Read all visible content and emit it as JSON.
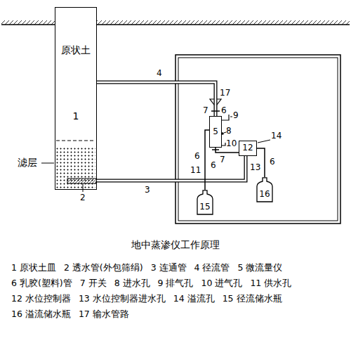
{
  "diagram": {
    "caption": "地中蒸渗仪工作原理",
    "nodes": [
      {
        "text": [
          "原状土",
          "1"
        ]
      },
      {
        "text": [
          "滤层"
        ],
        "in": 0
      },
      {
        "text": [
          "5"
        ]
      },
      {
        "text": [
          "12"
        ]
      },
      {
        "text": [
          "15"
        ]
      },
      {
        "text": [
          "16"
        ]
      }
    ],
    "edges": [
      {
        "from": 0,
        "to": 2,
        "arrow": "none",
        "label": "4"
      },
      {
        "from": 1,
        "to": 3,
        "arrow": "none",
        "label": "3"
      },
      {
        "from": 2,
        "to": 3,
        "arrow": "none",
        "label": "6"
      },
      {
        "from": 2,
        "to": 4,
        "arrow": "none",
        "label": "6"
      },
      {
        "from": 3,
        "to": 5,
        "arrow": "none",
        "label": "6"
      }
    ],
    "labels": [
      "2",
      "17",
      "7",
      "6",
      "9",
      "8",
      "10",
      "11",
      "7",
      "13",
      "14",
      "1 原状土皿",
      "2 透水管(外包筛绢)",
      "3 连通管",
      "4 径流管",
      "5 微流量仪",
      "6 乳胶(塑料)管",
      "7 开关",
      "8 进水孔",
      "9 排气孔",
      "10 进气孔",
      "11 供水孔",
      "12 水位控制器",
      "13 水位控制器进水孔",
      "14 溢流孔",
      "15 径流储水瓶",
      "16 溢流储水瓶",
      "17 输水管路"
    ]
  }
}
